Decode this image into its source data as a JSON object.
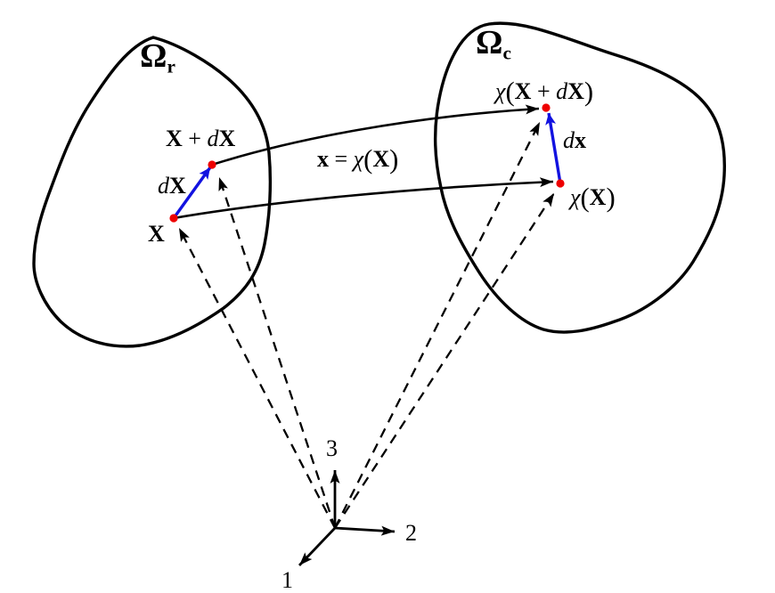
{
  "figure": {
    "kind": "deformation-mapping-diagram",
    "description": "Reference and current configuration bodies with motion map"
  },
  "colors": {
    "line": "#000000",
    "vector": "#1212e0",
    "point": "#ee0000",
    "background": "#ffffff"
  },
  "regions": {
    "reference": [
      {
        "t": "Ω",
        "s": "b"
      },
      {
        "t": "r",
        "s": "b sub"
      }
    ],
    "current": [
      {
        "t": "Ω",
        "s": "b"
      },
      {
        "t": "c",
        "s": "b sub"
      }
    ]
  },
  "points": {
    "X": [
      {
        "t": "X",
        "s": "b"
      }
    ],
    "X_plus_dX": [
      {
        "t": "X",
        "s": "b"
      },
      {
        "t": " + ",
        "s": "n"
      },
      {
        "t": "d",
        "s": "i"
      },
      {
        "t": "X",
        "s": "b"
      }
    ],
    "chi_X": [
      {
        "t": "χ",
        "s": "i"
      },
      {
        "t": "(",
        "s": "p"
      },
      {
        "t": "X",
        "s": "b"
      },
      {
        "t": ")",
        "s": "p"
      }
    ],
    "chi_X_plus_dX": [
      {
        "t": "χ",
        "s": "i"
      },
      {
        "t": "(",
        "s": "p"
      },
      {
        "t": "X",
        "s": "b"
      },
      {
        "t": " + ",
        "s": "n"
      },
      {
        "t": "d",
        "s": "i"
      },
      {
        "t": "X",
        "s": "b"
      },
      {
        "t": ")",
        "s": "p"
      }
    ]
  },
  "vectors": {
    "dX": [
      {
        "t": "d",
        "s": "i"
      },
      {
        "t": "X",
        "s": "b"
      }
    ],
    "dx": [
      {
        "t": "d",
        "s": "i"
      },
      {
        "t": "x",
        "s": "b"
      }
    ]
  },
  "mapping": {
    "equation": [
      {
        "t": "x",
        "s": "b"
      },
      {
        "t": " = ",
        "s": "n"
      },
      {
        "t": "χ",
        "s": "i"
      },
      {
        "t": "(",
        "s": "p"
      },
      {
        "t": "X",
        "s": "b"
      },
      {
        "t": ")",
        "s": "p"
      }
    ]
  },
  "axes": {
    "axis1": "1",
    "axis2": "2",
    "axis3": "3"
  }
}
